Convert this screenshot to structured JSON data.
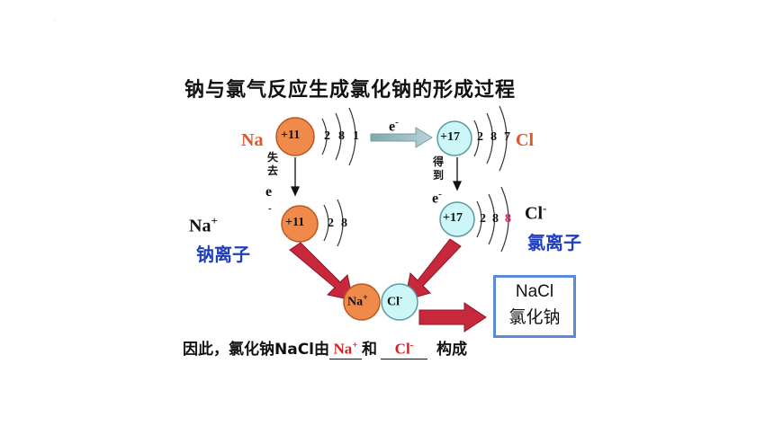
{
  "title": "钠与氯气反应生成氯化钠的形成过程",
  "na_atom": {
    "symbol": "Na",
    "nucleus": "+11",
    "shells": [
      "2",
      "8",
      "1"
    ]
  },
  "cl_atom": {
    "symbol": "Cl",
    "nucleus": "+17",
    "shells": [
      "2",
      "8",
      "7"
    ]
  },
  "na_ion": {
    "symbol": "Na",
    "charge": "+",
    "nucleus": "+11",
    "shells": [
      "2",
      "8"
    ],
    "name": "钠离子"
  },
  "cl_ion": {
    "symbol": "Cl",
    "charge": "-",
    "nucleus": "+17",
    "shells": [
      "2",
      "8",
      "8"
    ],
    "name": "氯离子"
  },
  "transfer": {
    "electron": "e",
    "charge": "-"
  },
  "lose_label": "失去",
  "gain_label": "得到",
  "pair": {
    "na": "Na",
    "na_charge": "+",
    "cl": "Cl",
    "cl_charge": "-"
  },
  "product": {
    "formula": "NaCl",
    "name": "氯化钠"
  },
  "sentence": {
    "prefix": "因此，氯化钠NaCl由",
    "blank1": "Na",
    "blank1_sup": "+",
    "middle": "和",
    "blank2": "Cl",
    "blank2_sup": "-",
    "suffix": "构成"
  },
  "colors": {
    "sodium": "#ef8a4a",
    "chlorine": "#cdf6f8",
    "arrow_red": "#c8283c",
    "arrow_teal": "#8fb3b8",
    "label_orange": "#e0552a",
    "label_blue": "#1f3fbf",
    "box_border": "#5b8bd6"
  }
}
